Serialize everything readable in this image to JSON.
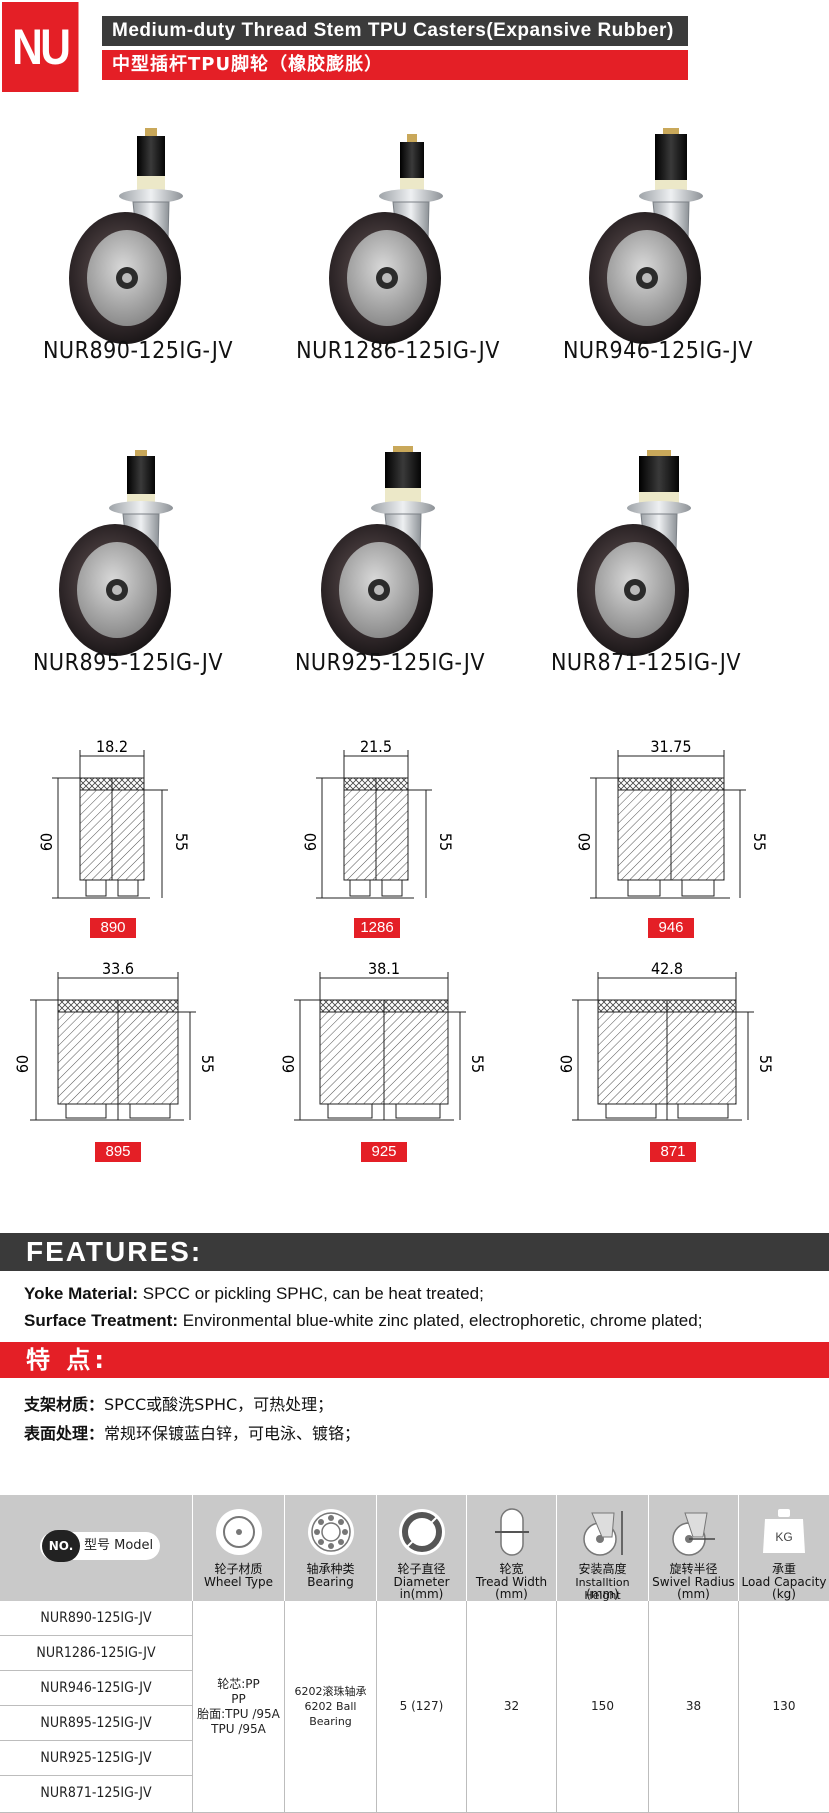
{
  "header": {
    "logo": "NU",
    "title_en": "Medium-duty Thread Stem TPU Casters(Expansive Rubber)",
    "title_cn": "中型插杆TPU脚轮（橡胶膨胀）"
  },
  "products": [
    {
      "model": "NUR890-125IG-JV"
    },
    {
      "model": "NUR1286-125IG-JV"
    },
    {
      "model": "NUR946-125IG-JV"
    },
    {
      "model": "NUR895-125IG-JV"
    },
    {
      "model": "NUR925-125IG-JV"
    },
    {
      "model": "NUR871-125IG-JV"
    }
  ],
  "drawings": [
    {
      "width": "18.2",
      "height_total": "60",
      "height_inner": "55",
      "tag": "890"
    },
    {
      "width": "21.5",
      "height_total": "60",
      "height_inner": "55",
      "tag": "1286"
    },
    {
      "width": "31.75",
      "height_total": "60",
      "height_inner": "55",
      "tag": "946"
    },
    {
      "width": "33.6",
      "height_total": "60",
      "height_inner": "55",
      "tag": "895"
    },
    {
      "width": "38.1",
      "height_total": "60",
      "height_inner": "55",
      "tag": "925"
    },
    {
      "width": "42.8",
      "height_total": "60",
      "height_inner": "55",
      "tag": "871"
    }
  ],
  "features": {
    "heading": "FEATURES:",
    "yoke_label": "Yoke Material:",
    "yoke_value": " SPCC or pickling SPHC, can be heat treated;",
    "surface_label": "Surface Treatment:",
    "surface_value": " Environmental blue-white zinc plated, electrophoretic, chrome plated;",
    "cn_heading": "特  点:",
    "cn_yoke_label": "支架材质：",
    "cn_yoke_value": "SPCC或酸洗SPHC，可热处理；",
    "cn_surface_label": "表面处理：",
    "cn_surface_value": "常规环保镀蓝白锌，可电泳、镀铬；"
  },
  "table": {
    "no_badge": "NO.",
    "model_header": "型号 Model",
    "headers": [
      {
        "cn": "轮子材质",
        "en": "Wheel Type",
        "icon": "wheel-type-icon"
      },
      {
        "cn": "轴承种类",
        "en": "Bearing",
        "icon": "bearing-icon"
      },
      {
        "cn": "轮子直径",
        "en": "Diameter",
        "unit": "in(mm)",
        "icon": "diameter-icon"
      },
      {
        "cn": "轮宽",
        "en": "Tread Width",
        "unit": "(mm)",
        "icon": "tread-width-icon"
      },
      {
        "cn": "安装高度",
        "en": "Installtion Height",
        "unit": "(mm)",
        "icon": "install-height-icon"
      },
      {
        "cn": "旋转半径",
        "en": "Swivel Radius",
        "unit": "(mm)",
        "icon": "swivel-radius-icon"
      },
      {
        "cn": "承重",
        "en": "Load Capacity",
        "unit": "(kg)",
        "icon": "load-capacity-icon"
      }
    ],
    "kg_label": "KG",
    "rows": [
      "NUR890-125IG-JV",
      "NUR1286-125IG-JV",
      "NUR946-125IG-JV",
      "NUR895-125IG-JV",
      "NUR925-125IG-JV",
      "NUR871-125IG-JV"
    ],
    "wheel_type": {
      "line1": "轮芯:PP",
      "line2": "PP",
      "line3": "胎面:TPU /95A",
      "line4": "TPU /95A"
    },
    "bearing": {
      "line1": "6202滚珠轴承",
      "line2": "6202 Ball Bearing"
    },
    "diameter": "5 (127)",
    "tread_width": "32",
    "install_height": "150",
    "swivel_radius": "38",
    "load_capacity": "130"
  }
}
